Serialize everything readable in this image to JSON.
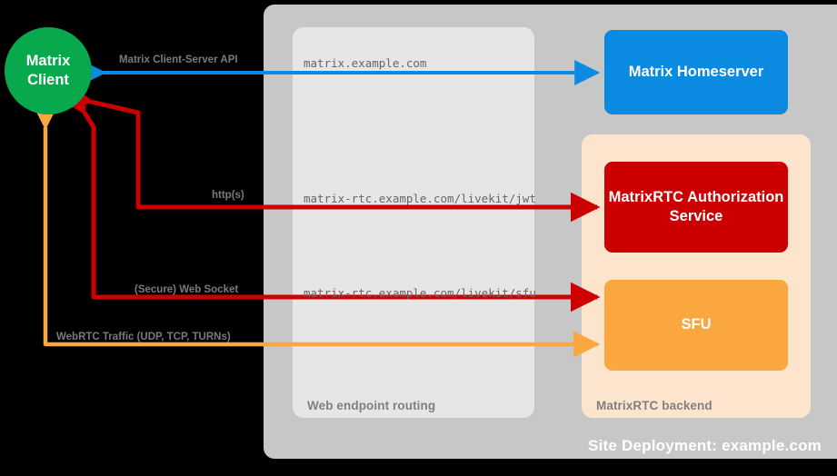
{
  "diagram": {
    "title": "Site Deployment: example.com",
    "nodes": {
      "client": {
        "line1": "Matrix",
        "line2": "Client",
        "color": "#08a84d"
      },
      "homeserver": {
        "label": "Matrix Homeserver",
        "color": "#0a8ae0"
      },
      "auth_service": {
        "label": "MatrixRTC Authorization Service",
        "color": "#cc0000"
      },
      "sfu": {
        "label": "SFU",
        "color": "#f9a73e"
      }
    },
    "containers": {
      "site": {
        "caption": "Site Deployment: example.com",
        "color": "#c7c7c7"
      },
      "web_routing": {
        "caption": "Web endpoint routing",
        "color": "#e6e6e6"
      },
      "rtc_backend": {
        "caption": "MatrixRTC backend",
        "color": "#fde5cd"
      }
    },
    "edges": [
      {
        "id": "cs-api",
        "label": "Matrix Client-Server API",
        "endpoint": "matrix.example.com",
        "color": "#0a8ae0",
        "arrows": "both"
      },
      {
        "id": "jwt",
        "label": "http(s)",
        "endpoint": "matrix-rtc.example.com/livekit/jwt",
        "color": "#cc0000",
        "arrows": "both"
      },
      {
        "id": "sfu-ws",
        "label": "(Secure) Web Socket",
        "endpoint": "matrix-rtc.example.com/livekit/sfu",
        "color": "#cc0000",
        "arrows": "both"
      },
      {
        "id": "webrtc",
        "label": "WebRTC Traffic (UDP, TCP, TURNs)",
        "endpoint": "",
        "color": "#f9a73e",
        "arrows": "both"
      }
    ]
  }
}
